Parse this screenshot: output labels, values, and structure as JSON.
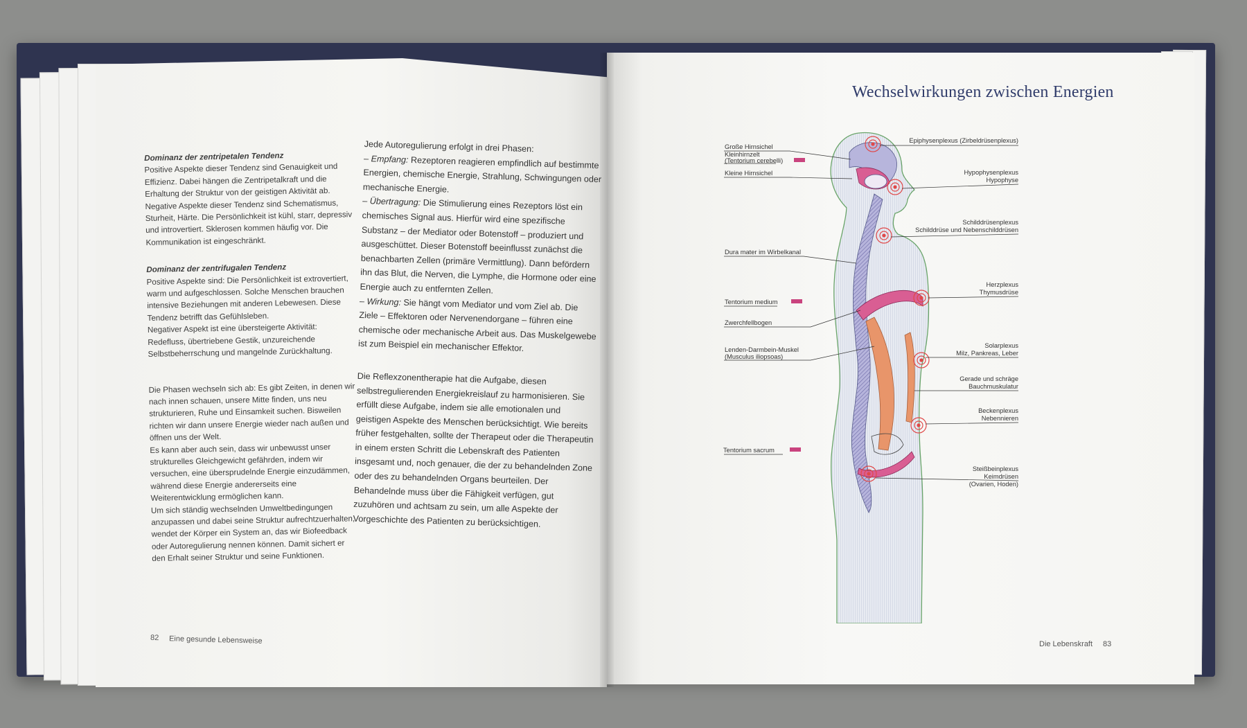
{
  "left_page": {
    "col1": {
      "section1_heading": "Dominanz der zentripetalen Tendenz",
      "section1_paragraphs": [
        "Positive Aspekte dieser Tendenz sind Genauigkeit und Effizienz. Dabei hängen die Zentripetalkraft und die Erhaltung der Struktur von der geistigen Aktivität ab.",
        "Negative Aspekte dieser Tendenz sind Schematismus, Sturheit, Härte. Die Persönlichkeit ist kühl, starr, depressiv und introvertiert. Sklerosen kommen häufig vor. Die Kommunikation ist eingeschränkt."
      ],
      "section2_heading": "Dominanz der zentrifugalen Tendenz",
      "section2_paragraphs": [
        "Positive Aspekte sind: Die Persönlichkeit ist extrovertiert, warm und aufgeschlossen. Solche Menschen brauchen intensive Beziehungen mit anderen Lebewesen. Diese Tendenz betrifft das Gefühlsleben.",
        "Negativer Aspekt ist eine übersteigerte Aktivität: Redefluss, übertriebene Gestik, unzureichende Selbstbeherrschung und mangelnde Zurückhaltung."
      ],
      "section3_paragraphs": [
        "Die Phasen wechseln sich ab: Es gibt Zeiten, in denen wir nach innen schauen, unsere Mitte finden, uns neu strukturieren, Ruhe und Einsamkeit suchen. Bisweilen richten wir dann unsere Energie wieder nach außen und öffnen uns der Welt.",
        "Es kann aber auch sein, dass wir unbewusst unser strukturelles Gleichgewicht gefährden, indem wir versuchen, eine übersprudelnde Energie einzudämmen, während diese Energie andererseits eine Weiterentwicklung ermöglichen kann.",
        "Um sich ständig wechselnden Umweltbedingungen anzupassen und dabei seine Struktur aufrechtzuerhalten, wendet der Körper ein System an, das wir Biofeedback oder Autoregulierung nennen können. Damit sichert er den Erhalt seiner Struktur und seine Funktionen."
      ]
    },
    "col2": {
      "intro": "Jede Autoregulierung erfolgt in drei Phasen:",
      "items": [
        {
          "term": "– Empfang:",
          "text": " Rezeptoren reagieren empfindlich auf bestimmte Energien, chemische Energie, Strahlung, Schwingungen oder mechanische Energie."
        },
        {
          "term": "– Übertragung:",
          "text": " Die Stimulierung eines Rezeptors löst ein chemisches Signal aus. Hierfür wird eine spezifische Substanz – der Mediator oder Botenstoff – produziert und ausgeschüttet. Dieser Botenstoff beeinflusst zunächst die benachbarten Zellen (primäre Vermittlung). Dann befördern ihn das Blut, die Nerven, die Lymphe, die Hormone oder eine Energie auch zu entfernten Zellen."
        },
        {
          "term": "– Wirkung:",
          "text": " Sie hängt vom Mediator und vom Ziel ab. Die Ziele – Effektoren oder Nervenendorgane – führen eine chemische oder mechanische Arbeit aus. Das Muskelgewebe ist zum Beispiel ein mechanischer Effektor."
        }
      ],
      "closing": "Die Reflexzonentherapie hat die Aufgabe, diesen selbstregulierenden Energiekreislauf zu harmonisieren. Sie erfüllt diese Aufgabe, indem sie alle emotionalen und geistigen Aspekte des Menschen berücksichtigt. Wie bereits früher festgehalten, sollte der Therapeut oder die Therapeutin in einem ersten Schritt die Lebenskraft des Patienten insgesamt und, noch genauer, die der zu behandelnden Zone oder des zu behandelnden Organs beurteilen. Der Behandelnde muss über die Fähigkeit verfügen, gut zuzuhören und achtsam zu sein, um alle Aspekte der Vorgeschichte des Patienten zu berücksichtigen."
    },
    "folio_number": "82",
    "folio_title": "Eine gesunde Lebensweise"
  },
  "right_page": {
    "title": "Wechselwirkungen zwischen Energien",
    "folio_title": "Die Lebenskraft",
    "folio_number": "83",
    "diagram_labels_left": {
      "grosse_hirnsichel": "Große Hirnsichel",
      "kleinhirnzelt_1": "Kleinhirnzelt",
      "kleinhirnzelt_2": "(Tentorium cerebelli)",
      "kleine_hirnsichel": "Kleine Hirnsichel",
      "dura_mater": "Dura mater im Wirbelkanal",
      "tentorium_medium": "Tentorium medium",
      "zwerchfellbogen": "Zwerchfellbogen",
      "lenden_1": "Lenden-Darmbein-Muskel",
      "lenden_2": "(Musculus iliopsoas)",
      "tentorium_sacrum": "Tentorium sacrum"
    },
    "diagram_labels_right": {
      "epiphysen": "Epiphysenplexus (Zirbeldrüsenplexus)",
      "hypophysen_1": "Hypophysenplexus",
      "hypophysen_2": "Hypophyse",
      "schilddruesen_1": "Schilddrüsenplexus",
      "schilddruesen_2": "Schilddrüse und Nebenschilddrüsen",
      "herz_1": "Herzplexus",
      "herz_2": "Thymusdrüse",
      "solar_1": "Solarplexus",
      "solar_2": "Milz, Pankreas, Leber",
      "bauch_1": "Gerade und schräge",
      "bauch_2": "Bauchmuskulatur",
      "becken_1": "Beckenplexus",
      "becken_2": "Nebennieren",
      "steiss_1": "Steißbeinplexus",
      "steiss_2": "Keimdrüsen",
      "steiss_3": "(Ovarien, Hoden)"
    },
    "colors": {
      "title_blue": "#2f3b6a",
      "body_outline": "#6aa56a",
      "dura_purple": "#8a88c0",
      "membrane_magenta": "#c9437e",
      "psoas_orange": "#e8956a",
      "plexus_red": "#e04848"
    }
  }
}
